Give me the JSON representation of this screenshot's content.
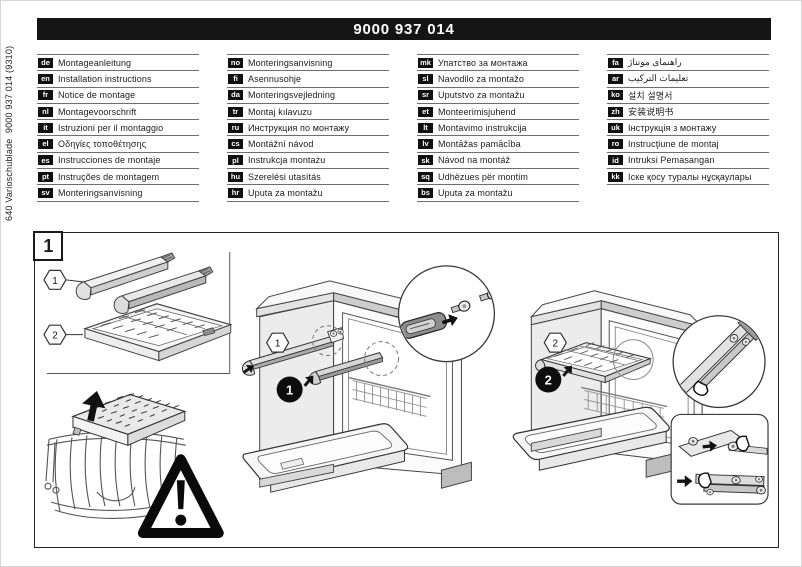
{
  "sidebar": {
    "vertical_text": "640 Varioschublade  9000 937 014 (9310)"
  },
  "header": {
    "title": "9000 937 014"
  },
  "languages": {
    "col1": [
      {
        "code": "de",
        "label": "Montageanleitung"
      },
      {
        "code": "en",
        "label": "Installation instructions"
      },
      {
        "code": "fr",
        "label": "Notice de montage"
      },
      {
        "code": "nl",
        "label": "Montagevoorschrift"
      },
      {
        "code": "it",
        "label": "Istruzioni per il montaggio"
      },
      {
        "code": "el",
        "label": "Οδηγίες τοποθέτησης"
      },
      {
        "code": "es",
        "label": "Instrucciones de montaje"
      },
      {
        "code": "pt",
        "label": "Instruções de montagem"
      },
      {
        "code": "sv",
        "label": "Monteringsanvisning"
      }
    ],
    "col2": [
      {
        "code": "no",
        "label": "Monteringsanvisning"
      },
      {
        "code": "fi",
        "label": "Asennusohje"
      },
      {
        "code": "da",
        "label": "Monteringsvejledning"
      },
      {
        "code": "tr",
        "label": "Montaj kılavuzu"
      },
      {
        "code": "ru",
        "label": "Инструкция по монтажу"
      },
      {
        "code": "cs",
        "label": "Montážní návod"
      },
      {
        "code": "pl",
        "label": "Instrukcja montażu"
      },
      {
        "code": "hu",
        "label": "Szerelési utasítás"
      },
      {
        "code": "hr",
        "label": "Uputa za montažu"
      }
    ],
    "col3": [
      {
        "code": "mk",
        "label": "Упатство за монтажа"
      },
      {
        "code": "sl",
        "label": "Navodilo za montažo"
      },
      {
        "code": "sr",
        "label": "Uputstvo za montažu"
      },
      {
        "code": "et",
        "label": "Monteerimisjuhend"
      },
      {
        "code": "lt",
        "label": "Montavimo instrukcija"
      },
      {
        "code": "lv",
        "label": "Montāžas pamācība"
      },
      {
        "code": "sk",
        "label": "Návod na montáž"
      },
      {
        "code": "sq",
        "label": "Udhëzues për montim"
      },
      {
        "code": "bs",
        "label": "Uputa za montažu"
      }
    ],
    "col4": [
      {
        "code": "fa",
        "label": "راهنمای مونتاژ"
      },
      {
        "code": "ar",
        "label": "تعليمات التركيب"
      },
      {
        "code": "ko",
        "label": "설치 설명서"
      },
      {
        "code": "zh",
        "label": "安装说明书"
      },
      {
        "code": "uk",
        "label": "Інструкція з монтажу"
      },
      {
        "code": "ro",
        "label": "Instrucţiune de montaj"
      },
      {
        "code": "id",
        "label": "Intruksi Pemasangan"
      },
      {
        "code": "kk",
        "label": "Іске қосу туралы нұсқаулары"
      }
    ]
  },
  "figure": {
    "panel_number": "1",
    "part1_label": "1",
    "part2_label": "2",
    "step1_label": "1",
    "step2_label": "2"
  },
  "colors": {
    "header_bg": "#141414",
    "badge_bg": "#101010",
    "line_gray": "#6e6e6e",
    "figure_border": "#222222"
  }
}
